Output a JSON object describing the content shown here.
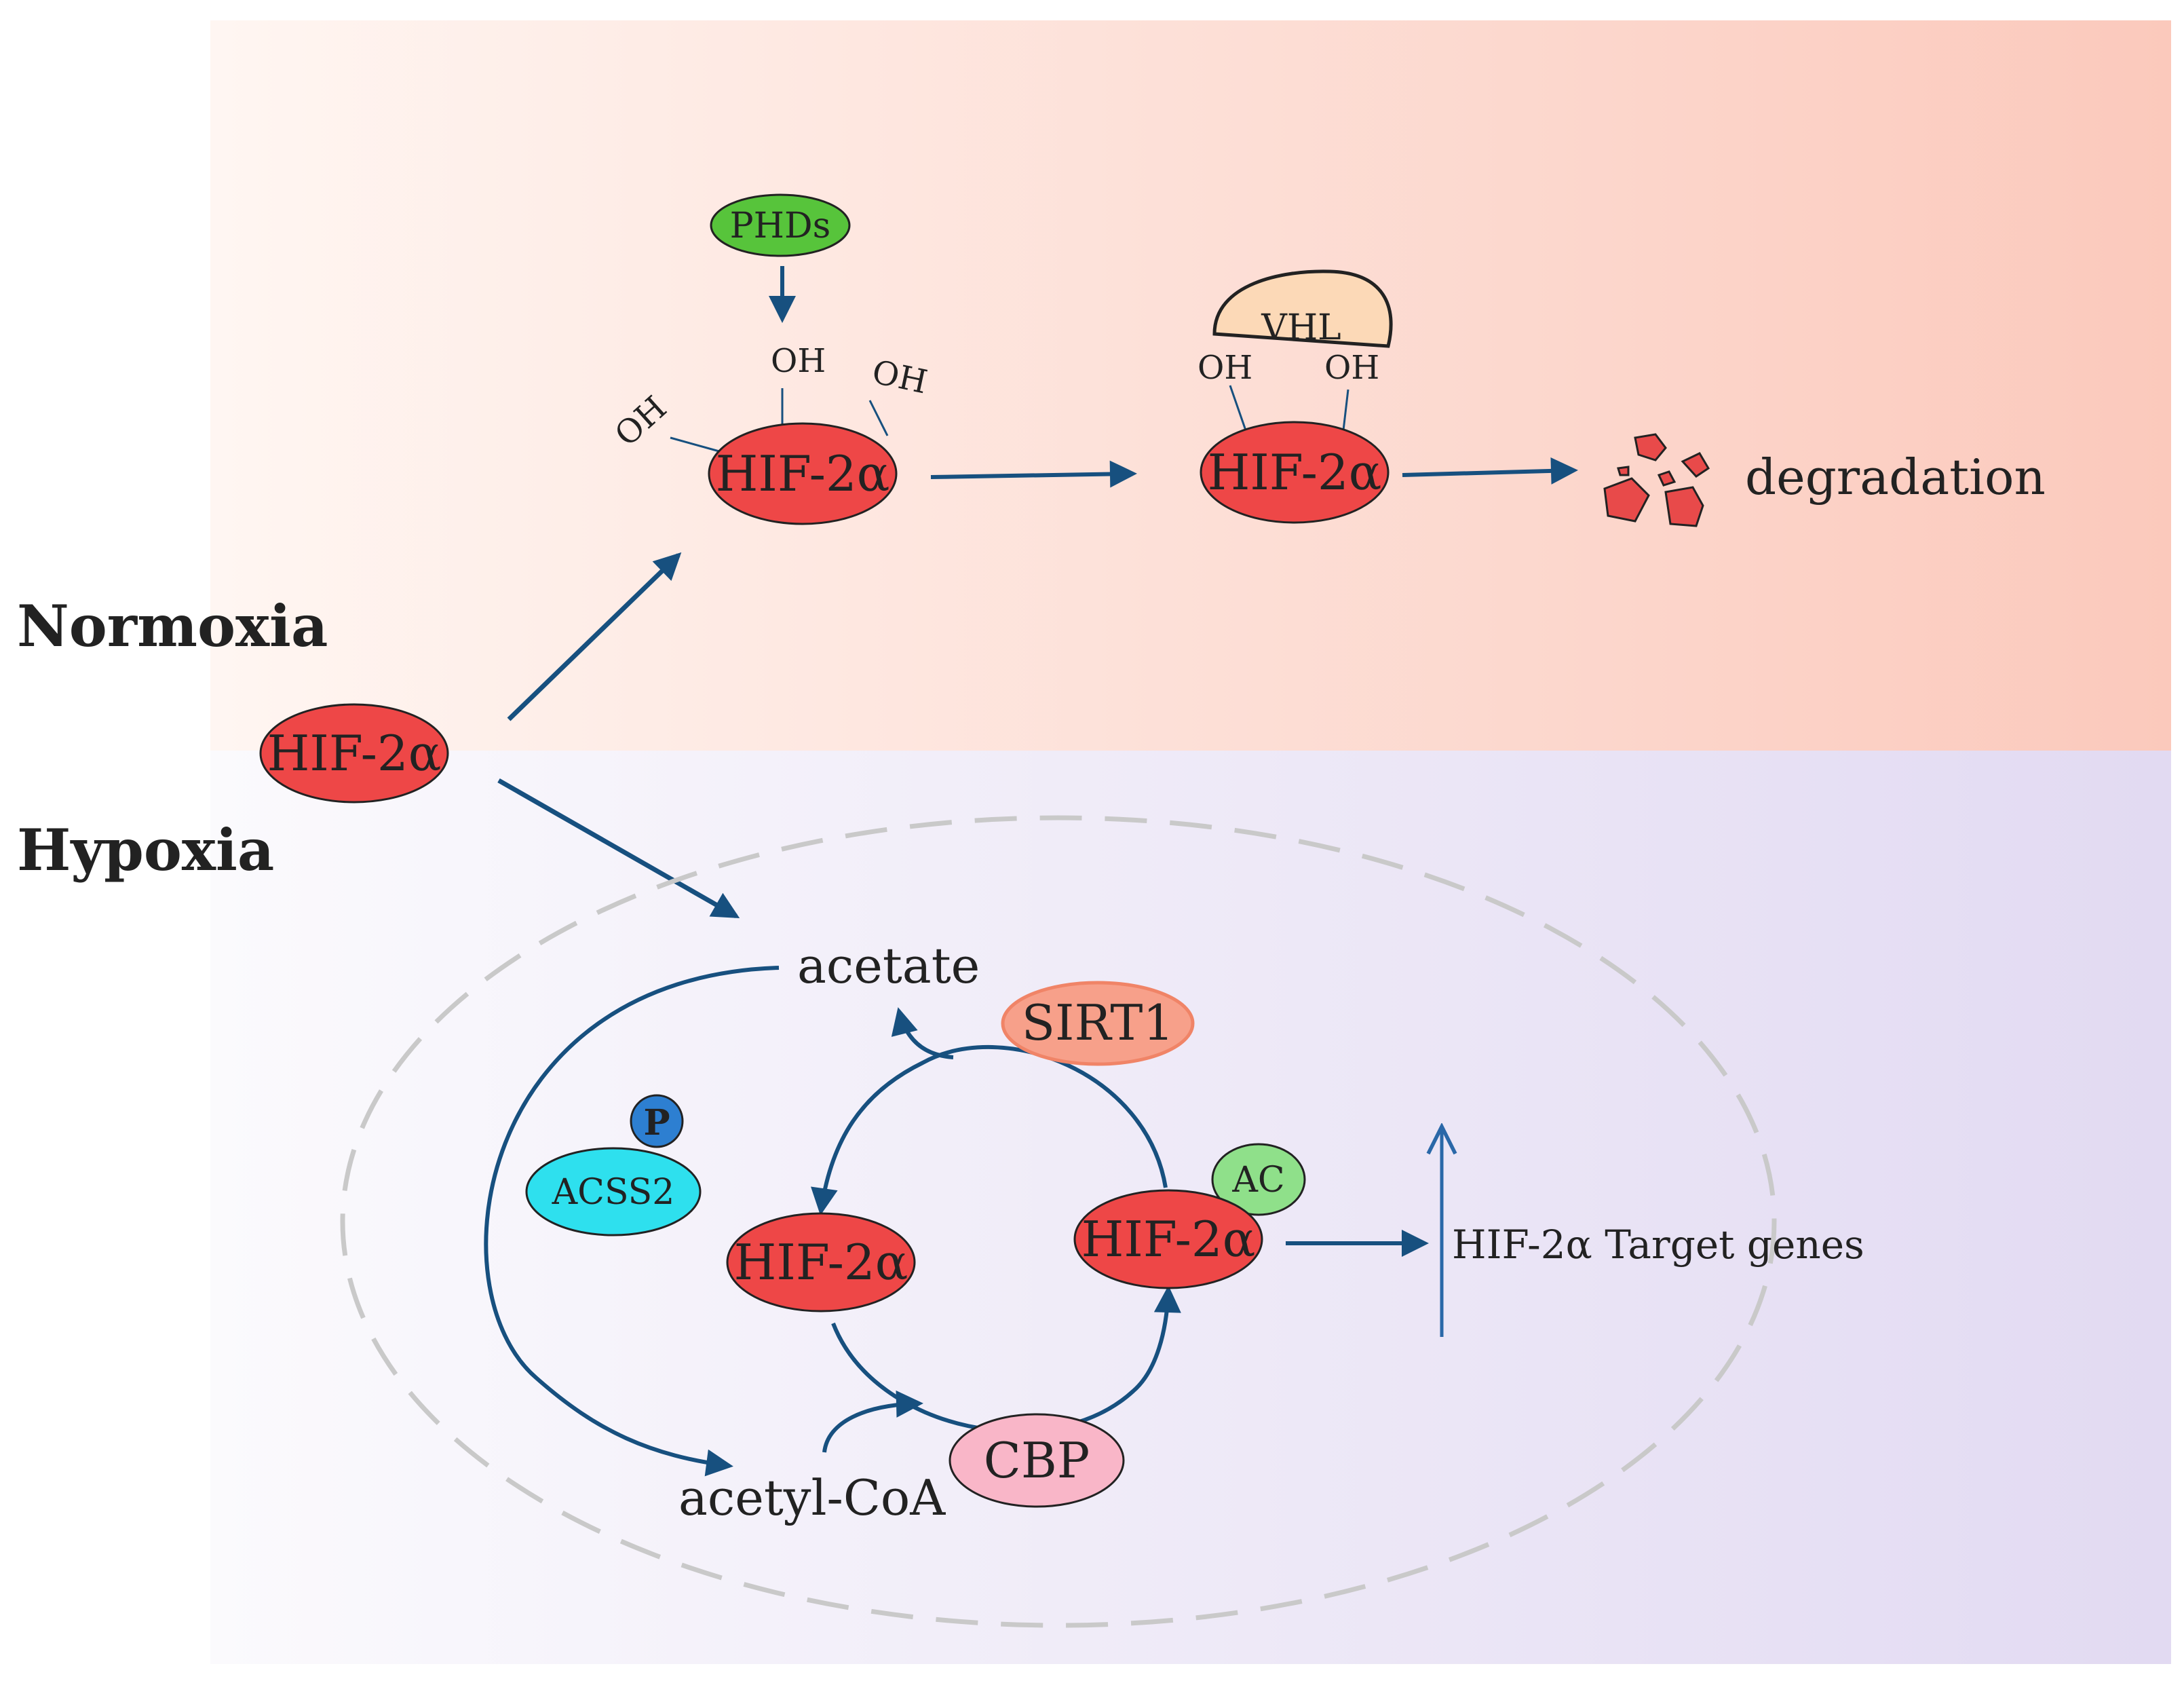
{
  "sections": {
    "normoxia": "Normoxia",
    "hypoxia": "Hypoxia"
  },
  "hif": "HIF-2α",
  "phds": "PHDs",
  "vhl": "VHL",
  "oh": "OH",
  "degradation": "degradation",
  "acetate": "acetate",
  "sirt1": "SIRT1",
  "phospho": "P",
  "acss2": "ACSS2",
  "ac": "AC",
  "target_genes": "HIF-2α Target genes",
  "acetyl_coa": "acetyl-CoA",
  "cbp": "CBP",
  "colors": {
    "normoxia_band_start": "#fff6f2",
    "normoxia_band_end": "#fbc9bc",
    "hypoxia_band_start": "#fbfafd",
    "hypoxia_band_end": "#e2daf2",
    "hif_fill": "#ee4747",
    "phds_fill": "#57c43b",
    "vhl_fill": "#fcd9b7",
    "sirt1_fill": "#f7a08a",
    "acss2_fill": "#2ee0ee",
    "phospho_fill": "#2d7fd1",
    "ac_fill": "#8fe08a",
    "cbp_fill": "#f9b6c8",
    "arrow": "#17507f",
    "target_arrow": "#2a68a8",
    "nucleus_border": "#c9c9c9",
    "fragment": "#e84a4a"
  }
}
